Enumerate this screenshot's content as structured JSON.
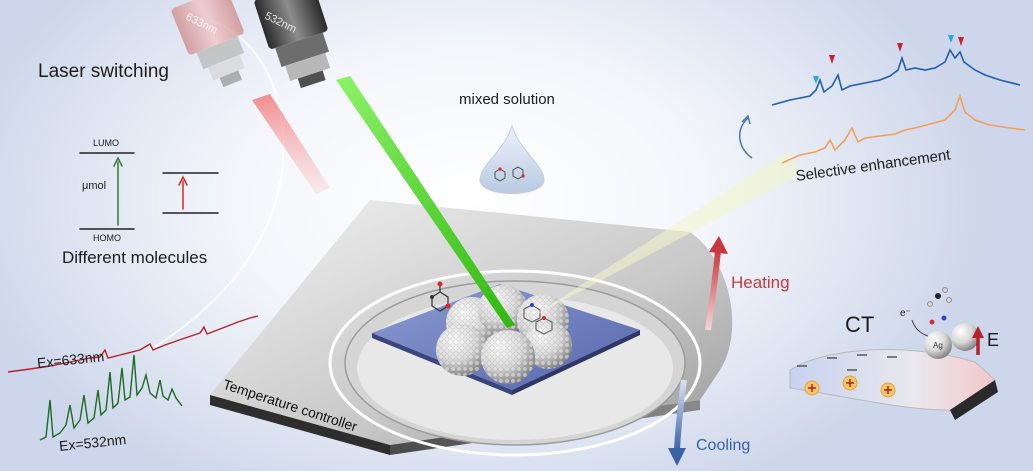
{
  "labels": {
    "laser_switching": "Laser switching",
    "lumo": "LUMO",
    "homo": "HOMO",
    "mu_mol": "μmol",
    "different_molecules": "Different molecules",
    "mixed_solution": "mixed solution",
    "selective_enhancement": "Selective enhancement",
    "heating": "Heating",
    "cooling": "Cooling",
    "ct": "CT",
    "e_field": "E",
    "electron": "e⁻",
    "silver": "Ag",
    "ex_633": "Ex=633nm",
    "ex_532": "Ex=532nm",
    "temperature_controller": "Temperature controller",
    "laser_633": "633nm",
    "laser_532": "532nm"
  },
  "colors": {
    "laser_green": "#3fd11b",
    "laser_red": "#f07a7a",
    "spectrum_blue": "#1f5fae",
    "spectrum_orange": "#f2a15c",
    "spectrum_dark_green": "#1c6b24",
    "spectrum_dark_red": "#b5222a",
    "heating_red": "#c9383e",
    "cooling_blue": "#3b62a6",
    "substrate_blue": "#6577b9"
  },
  "icons": [
    "laser-head-633",
    "laser-head-532",
    "droplet-icon",
    "molecule-icon",
    "ag-nanoparticle",
    "energy-level-diagram"
  ]
}
